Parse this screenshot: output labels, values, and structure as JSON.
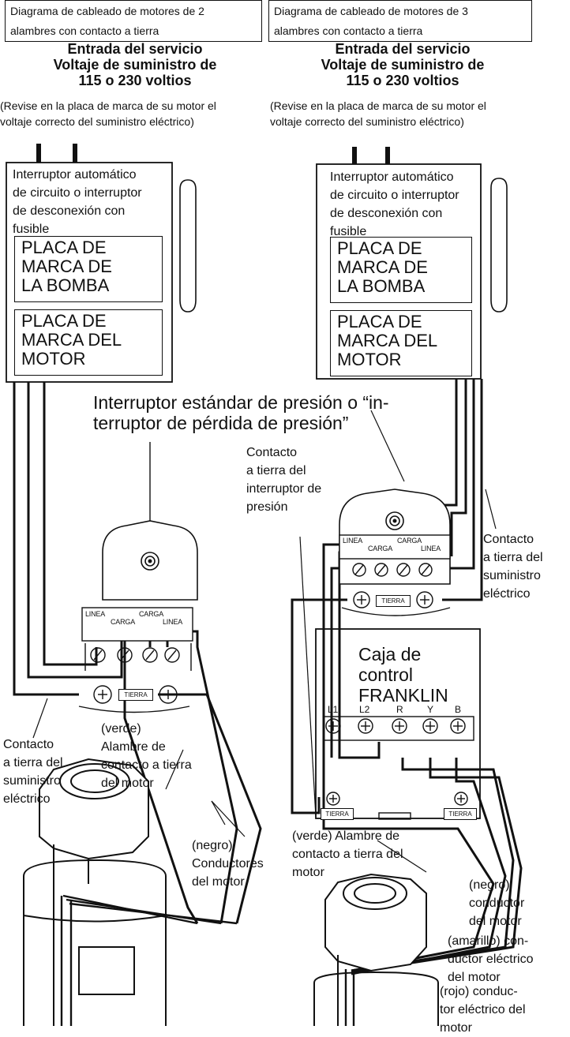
{
  "page_title": "Diagramas de cableado",
  "left": {
    "caption_line1": "Diagrama de cableado de motores de 2",
    "caption_line2": "alambres con contacto a tierra",
    "service_line1": "Entrada del servicio",
    "service_line2": "Voltaje de suministro de",
    "service_line3": "115 o 230 voltios",
    "note_line1": "(Revise en la placa de marca de su motor el",
    "note_line2": "voltaje correcto del suministro eléctrico)",
    "breaker_line1": "Interruptor automático",
    "breaker_line2": "de circuito o interruptor",
    "breaker_line3": "de desconexión con",
    "breaker_line4": "fusible",
    "pump_plate_line1": "PLACA DE",
    "pump_plate_line2": "MARCA DE",
    "pump_plate_line3": "LA BOMBA",
    "motor_plate_line1": "PLACA DE",
    "motor_plate_line2": "MARCA DEL",
    "motor_plate_line3": "MOTOR",
    "switch_label_line1": "Interruptor estándar de presión o “in-",
    "switch_label_line2": "terruptor de pérdida de presión”",
    "terminals": [
      "LINEA",
      "CARGA",
      "CARGA",
      "LINEA"
    ],
    "tierra": "TIERRA",
    "ground_supply_line1": "Contacto",
    "ground_supply_line2": "a tierra del",
    "ground_supply_line3": "suministro",
    "ground_supply_line4": "eléctrico",
    "green_line1": "(verde)",
    "green_line2": "Alambre de",
    "green_line3": "contacto a tierra",
    "green_line4": "del motor",
    "black_line1": "(negro)",
    "black_line2": "Conductores",
    "black_line3": "del motor"
  },
  "right": {
    "caption_line1": "Diagrama de cableado de motores de 3",
    "caption_line2": "alambres con contacto a tierra",
    "service_line1": "Entrada del servicio",
    "service_line2": "Voltaje de suministro de",
    "service_line3": "115 o 230 voltios",
    "note_line1": "(Revise en la placa de marca de su motor el",
    "note_line2": "voltaje correcto del suministro eléctrico)",
    "breaker_line1": "Interruptor automático",
    "breaker_line2": "de circuito o interruptor",
    "breaker_line3": "de desconexión con",
    "breaker_line4": "fusible",
    "pump_plate_line1": "PLACA DE",
    "pump_plate_line2": "MARCA DE",
    "pump_plate_line3": "LA BOMBA",
    "motor_plate_line1": "PLACA DE",
    "motor_plate_line2": "MARCA DEL",
    "motor_plate_line3": "MOTOR",
    "switch_ground_line1": "Contacto",
    "switch_ground_line2": "a tierra del",
    "switch_ground_line3": "interruptor de",
    "switch_ground_line4": "presión",
    "terminals": [
      "LINEA",
      "CARGA",
      "CARGA",
      "LINEA"
    ],
    "tierra": "TIERRA",
    "ground_supply_line1": "Contacto",
    "ground_supply_line2": "a tierra del",
    "ground_supply_line3": "suministro",
    "ground_supply_line4": "eléctrico",
    "control_box_line1": "Caja de",
    "control_box_line2": "control",
    "control_box_line3": "FRANKLIN",
    "cb_terminals": [
      "L1",
      "L2",
      "R",
      "Y",
      "B"
    ],
    "cb_tierra_left": "TIERRA",
    "cb_tierra_right": "TIERRA",
    "green_line1": "(verde)  Alambre de",
    "green_line2": "contacto a tierra del",
    "green_line3": "motor",
    "black_line1": "(negro)",
    "black_line2": "conductor",
    "black_line3": "del motor",
    "yellow_line1": "(amarillo) con-",
    "yellow_line2": "ductor eléctrico",
    "yellow_line3": "del motor",
    "red_line1": "(rojo) conduc-",
    "red_line2": "tor eléctrico del",
    "red_line3": "motor"
  }
}
